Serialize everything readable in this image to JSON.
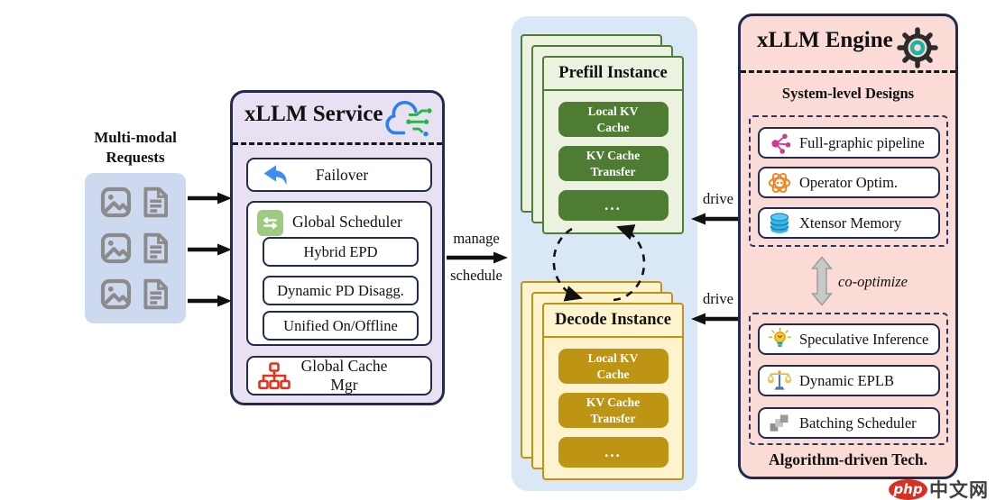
{
  "requests": {
    "title": "Multi-modal Requests"
  },
  "service": {
    "title": "xLLM Service",
    "failover_label": "Failover",
    "scheduler_title": "Global Scheduler",
    "scheduler_items": [
      "Hybrid EPD",
      "Dynamic PD Disagg.",
      "Unified On/Offline"
    ],
    "cache_mgr_label": "Global Cache Mgr"
  },
  "pipeline": {
    "manage_label": "manage",
    "schedule_label": "schedule",
    "drive_top_label": "drive",
    "drive_bottom_label": "drive"
  },
  "prefill": {
    "title": "Prefill Instance",
    "items": [
      "Local KV Cache",
      "KV Cache Transfer",
      "..."
    ]
  },
  "decode": {
    "title": "Decode Instance",
    "items": [
      "Local KV Cache",
      "KV Cache Transfer",
      "..."
    ]
  },
  "engine": {
    "title": "xLLM Engine",
    "system_title": "System-level Designs",
    "system_items": [
      {
        "label": "Full-graphic pipeline",
        "icon": "graph-network-icon"
      },
      {
        "label": "Operator Optim.",
        "icon": "atom-icon"
      },
      {
        "label": "Xtensor Memory",
        "icon": "database-icon"
      }
    ],
    "co_optimize_label": "co-optimize",
    "algorithm_title": "Algorithm-driven Tech.",
    "algorithm_items": [
      {
        "label": "Speculative Inference",
        "icon": "lightbulb-icon"
      },
      {
        "label": "Dynamic EPLB",
        "icon": "scales-icon"
      },
      {
        "label": "Batching Scheduler",
        "icon": "batch-squares-icon"
      }
    ]
  },
  "watermark": {
    "brand": "php",
    "suffix": "中文网"
  },
  "colors": {
    "service_bg": "#e8e1f1",
    "requests_bg": "#cdd9ef",
    "center_panel_bg": "#d9e7f6",
    "engine_bg": "#fadbd6",
    "prefill_card_bg": "#ebf3e0",
    "prefill_border": "#4e7e33",
    "prefill_button": "#4f7c33",
    "decode_card_bg": "#fdf3cf",
    "decode_border": "#c2930e",
    "decode_button": "#bd9414",
    "outline_navy": "#222b4e",
    "arrow_black": "#111111"
  }
}
